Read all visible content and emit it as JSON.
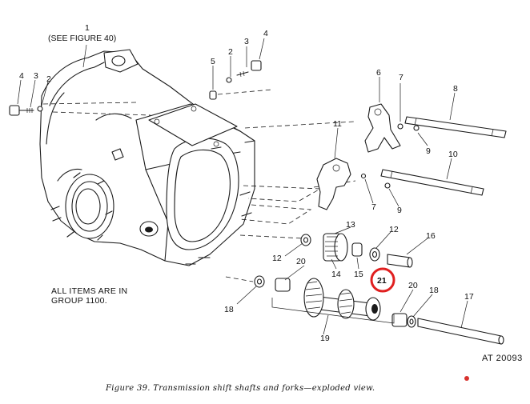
{
  "callouts": {
    "c1": "1",
    "c1_note": "(SEE FIGURE 40)",
    "c2a": "2",
    "c3a": "3",
    "c4a": "4",
    "c5": "5",
    "c2b": "2",
    "c3b": "3",
    "c4b": "4",
    "c6": "6",
    "c7a": "7",
    "c8": "8",
    "c9a": "9",
    "c11": "11",
    "c10": "10",
    "c7b": "7",
    "c9b": "9",
    "c13": "13",
    "c12a": "12",
    "c16": "16",
    "c12b": "12",
    "c20a": "20",
    "c14": "14",
    "c15": "15",
    "c21": "21",
    "c20b": "20",
    "c18a": "18",
    "c17": "17",
    "c18b": "18",
    "c19": "19"
  },
  "note": {
    "line1": "ALL ITEMS ARE IN",
    "line2": "GROUP 1100."
  },
  "figure_number": "AT 20093",
  "caption": "Figure 39.  Transmission shift shafts and forks—exploded view.",
  "highlight": {
    "label": "21",
    "color": "#e02020"
  }
}
